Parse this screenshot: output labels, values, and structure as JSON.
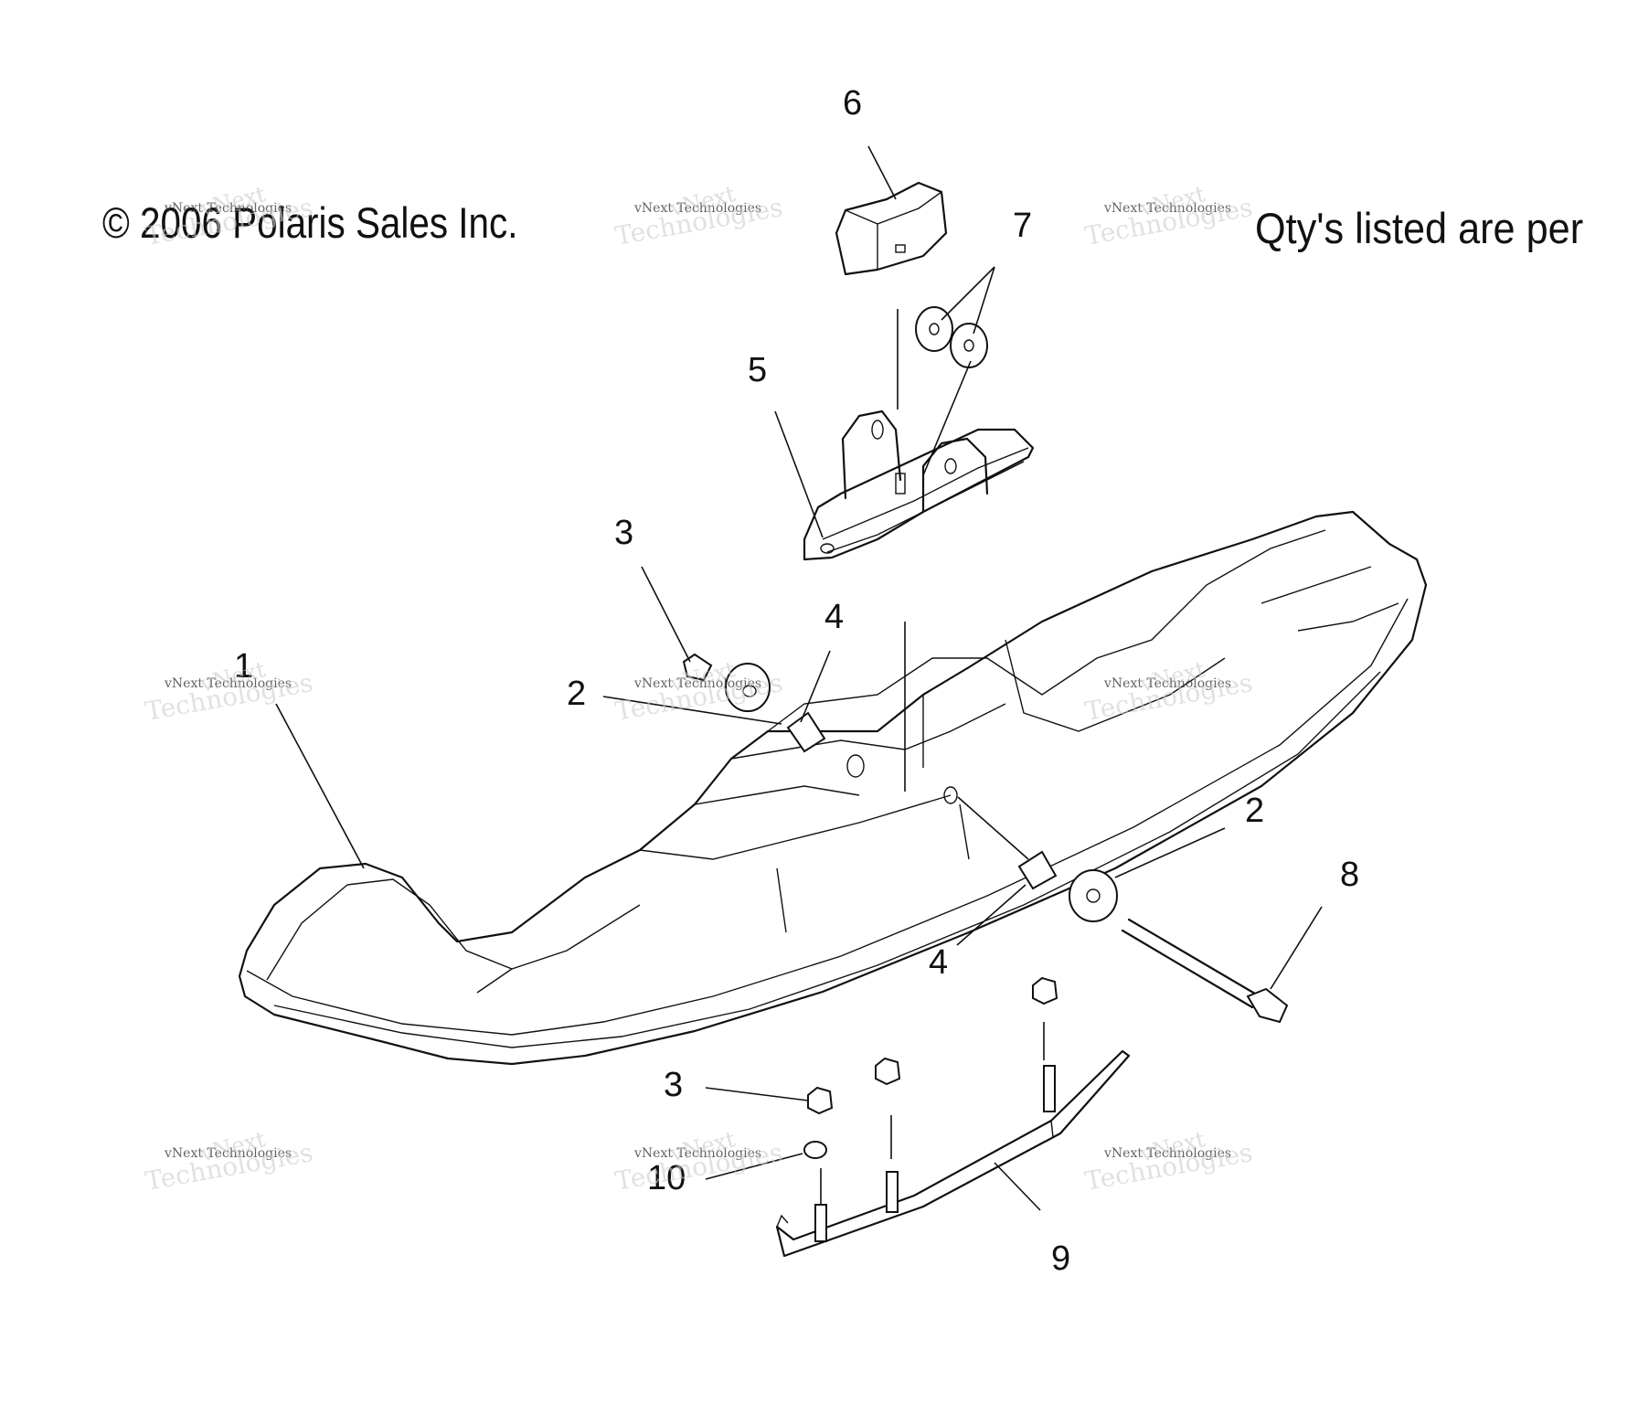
{
  "header": {
    "copyright": "© 2006 Polaris Sales Inc.",
    "qty_note": "Qty's listed are per"
  },
  "callouts": [
    {
      "id": "c6",
      "label": "6"
    },
    {
      "id": "c7",
      "label": "7"
    },
    {
      "id": "c5",
      "label": "5"
    },
    {
      "id": "c3a",
      "label": "3"
    },
    {
      "id": "c4a",
      "label": "4"
    },
    {
      "id": "c1",
      "label": "1"
    },
    {
      "id": "c2a",
      "label": "2"
    },
    {
      "id": "c2b",
      "label": "2"
    },
    {
      "id": "c8",
      "label": "8"
    },
    {
      "id": "c4b",
      "label": "4"
    },
    {
      "id": "c3b",
      "label": "3"
    },
    {
      "id": "c10",
      "label": "10"
    },
    {
      "id": "c9",
      "label": "9"
    }
  ],
  "watermark": {
    "line1": "vNext",
    "line2": "vNext Technologies",
    "line3": "Technologies"
  }
}
